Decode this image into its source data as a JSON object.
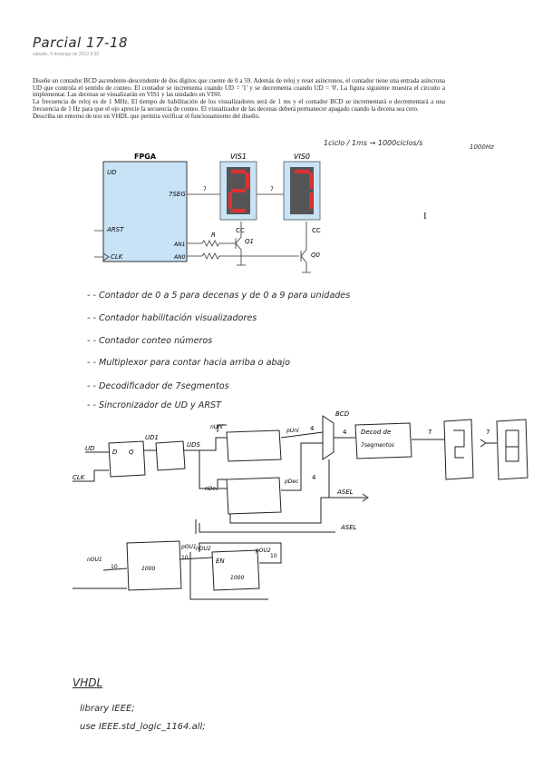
{
  "header": {
    "title": "Parcial  17-18",
    "date": "sábado, 9 domingo de 2019   9:30"
  },
  "problem": {
    "paragraphs": [
      "Diseñe un contador BCD ascendente-descendente de dos dígitos que cuente de 0 a 59. Además de reloj y reset asíncronos, el contador tiene una entrada asíncrona UD que controla el sentido de conteo. El contador se incrementa cuando UD = '1' y se decrementa cuando UD = '0'. La figura siguiente muestra el circuito a implementar. Las decenas se visualizarán en VIS1 y las unidades en VIS0.",
      "La frecuencia de reloj es de 1 MHz. El tiempo de habilitación de los visualizadores será de 1 ms y el contador BCD se incrementará o decrementará a una frecuencia de 1 Hz para que el ojo aprecie la secuencia de conteo. El visualizador de las decenas deberá permanecer apagado cuando la decena sea cero.",
      "Describa un entorno de test en VHDL que permita verificar el funcionamiento del diseño."
    ],
    "handwritten_note": "1ciclo / 1ms → 1000ciclos/s",
    "handwritten_note_2": "1000Hz"
  },
  "figure": {
    "fpga_label": "FPGA",
    "vis1_label": "VIS1",
    "vis0_label": "VIS0",
    "pin_ud": "UD",
    "pin_7seg": "7SEG",
    "pin_arst": "ARST",
    "pin_clk": "CLK",
    "pin_an1": "AN1",
    "pin_an0": "AN0",
    "bus_width_1": "7",
    "bus_width_2": "7",
    "resistor_label": "R",
    "cc1": "CC",
    "cc0": "CC",
    "q1": "Q1",
    "q0": "Q0"
  },
  "cursor_mark": "I",
  "notes": [
    "- - Contador de 0 a 5 para decenas y de 0 a 9 para unidades",
    "- - Contador habilitación visualizadores",
    "- - Contador conteo números",
    "- -  Multiplexor para contar hacia arriba o abajo",
    "- - Decodificador de 7segmentos",
    "- - Sincronizador de UD y ARST"
  ],
  "sketch": {
    "ud": "UD",
    "ud1": "UD1",
    "uds": "UDS",
    "nuni": "nUni",
    "puni": "pUni",
    "ndec": "nDec",
    "pdec": "pDec",
    "w4a": "4",
    "w4b": "4",
    "w4c": "4",
    "bcd": "BCD",
    "decod_line1": "Decod de",
    "decod_line2": "7segmentos",
    "w7a": "7",
    "w7b": "7",
    "asel1": "ASEL",
    "asel2": "ASEL",
    "clk": "CLK",
    "nou1": "nOU1",
    "pou1": "pOU1",
    "nou2": "nOU2",
    "pou2": "pOU2",
    "w10a": "10",
    "w10b": "10",
    "w10c": "10",
    "en": "EN",
    "c1000a": "1000",
    "c1000b": "1000",
    "d": "D",
    "q": "Q"
  },
  "vhdl": {
    "title": "VHDL",
    "line1": "library IEEE;",
    "line2": "use IEEE.std_logic_1164.all;"
  }
}
